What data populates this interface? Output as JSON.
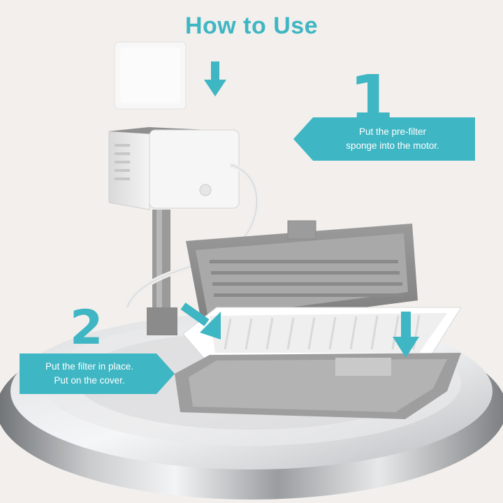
{
  "title": "How to Use",
  "steps": [
    {
      "number": "1",
      "line1": "Put the pre-filter",
      "line2": "sponge into the motor."
    },
    {
      "number": "2",
      "line1": "Put the filter in place.",
      "line2": "Put on the cover."
    }
  ],
  "colors": {
    "accent": "#3fb6c3",
    "background": "#f2efec"
  },
  "illustration": "pet water fountain filter assembly"
}
